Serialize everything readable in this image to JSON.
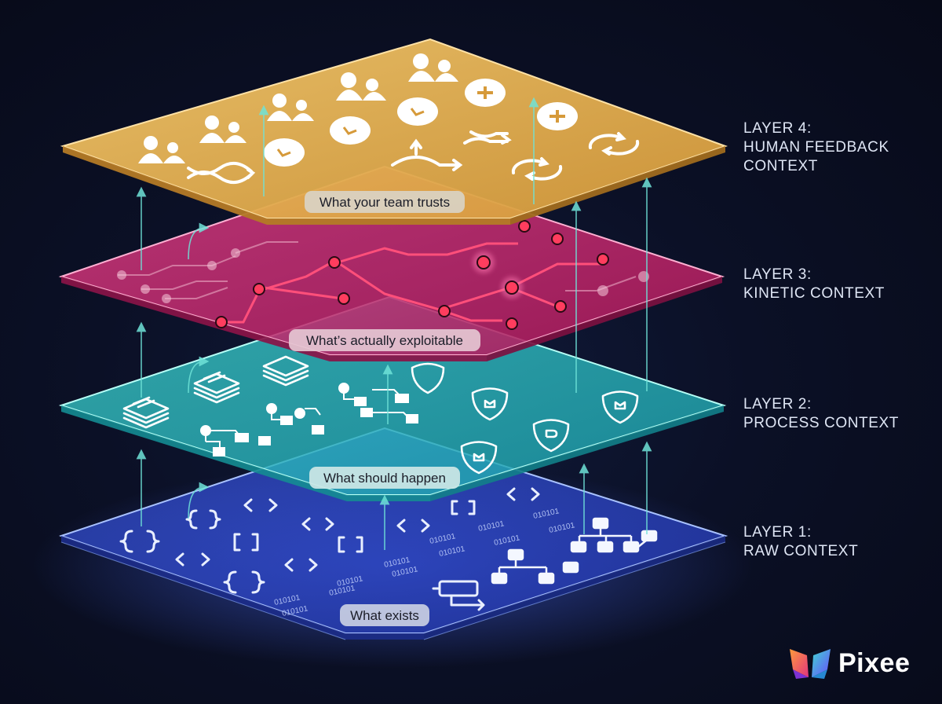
{
  "layers": [
    {
      "id": "human-feedback",
      "label": "LAYER 4:\nHUMAN FEEDBACK\nCONTEXT",
      "caption": "What your team trusts",
      "color": "#e8b45a"
    },
    {
      "id": "kinetic",
      "label": "LAYER 3:\nKINETIC CONTEXT",
      "caption": "What’s actually exploitable",
      "color": "#e0347e"
    },
    {
      "id": "process",
      "label": "LAYER 2:\nPROCESS CONTEXT",
      "caption": "What should happen",
      "color": "#2ec9c9"
    },
    {
      "id": "raw",
      "label": "LAYER 1:\nRAW CONTEXT",
      "caption": "What exists",
      "color": "#3b56e0"
    }
  ],
  "icons": {
    "human-feedback": [
      "person-icon",
      "check-circle-icon",
      "plus-circle-icon",
      "shuffle-arrows-icon",
      "branch-arrows-icon",
      "refresh-icon"
    ],
    "kinetic": [
      "attack-path-node-icon",
      "red-hotspot-icon"
    ],
    "process": [
      "document-stack-icon",
      "flowchart-icon",
      "shield-badge-icon"
    ],
    "raw": [
      "code-bracket-icon",
      "binary-data-icon",
      "tree-structure-icon",
      "loop-icon"
    ]
  },
  "brand": {
    "name": "Pixee"
  }
}
